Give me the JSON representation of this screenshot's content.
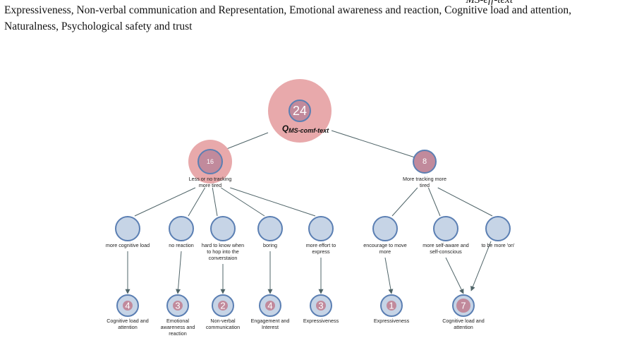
{
  "header": {
    "cut_caption": "MS-eff-text",
    "intro": "Expressiveness, Non-verbal communication and Representation, Emotional awareness and reaction, Cognitive load and attention, Naturalness, Psychological safety and trust"
  },
  "colors": {
    "halo": "#e8a9ab",
    "node_fill": "#c6d4e6",
    "node_stroke": "#5b7fb3",
    "pink_fill": "#c18a9c",
    "edge": "#4f6468"
  },
  "tree": {
    "root": {
      "value": "24",
      "label_q": "Q",
      "label_sub": "MS-comf-text"
    },
    "branches": [
      {
        "value": "16",
        "label": [
          "Less or no tracking",
          "more tired"
        ],
        "children": [
          {
            "label": [
              "more cognitive load"
            ],
            "leaf": {
              "value": "4",
              "label": [
                "Cognitive load and",
                "attention"
              ]
            }
          },
          {
            "label": [
              "no reaction"
            ],
            "leaf": {
              "value": "3",
              "label": [
                "Emotional",
                "awareness and",
                "reaction"
              ]
            }
          },
          {
            "label": [
              "hard to know when",
              "to hop into the",
              "converstaion"
            ],
            "leaf": {
              "value": "2",
              "label": [
                "Non-verbal",
                "communication"
              ]
            }
          },
          {
            "label": [
              "boring"
            ],
            "leaf": {
              "value": "4",
              "label": [
                "Engagement and",
                "Interest"
              ]
            }
          },
          {
            "label": [
              "more effort to",
              "express"
            ],
            "leaf": {
              "value": "3",
              "label": [
                "Expressiveness"
              ]
            }
          }
        ]
      },
      {
        "value": "8",
        "label": [
          "More tracking more",
          "tired"
        ],
        "children": [
          {
            "label": [
              "encourage to move",
              "more"
            ],
            "leaf": {
              "value": "1",
              "label": [
                "Expressiveness"
              ]
            }
          },
          {
            "label": [
              "more self-aware and",
              "self-conscious"
            ],
            "leaf": {
              "value": "7",
              "label": [
                "Cognitive load and",
                "attention"
              ]
            }
          },
          {
            "label": [
              "to be more 'on'"
            ],
            "leaf": null
          }
        ]
      }
    ]
  }
}
